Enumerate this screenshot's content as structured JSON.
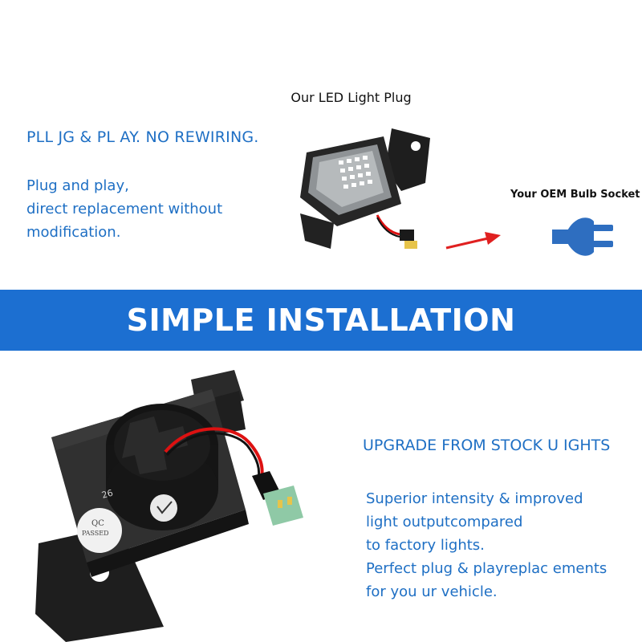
{
  "top_section": {
    "product_label": "Our LED Light Plug",
    "heading": "PLL JG & PL AY. NO REWIRING.",
    "description_lines": [
      "Plug and play,",
      "direct replacement without",
      "modification."
    ],
    "socket_label": "Your OEM Bulb Socket"
  },
  "banner": {
    "title": "SIMPLE INSTALLATION",
    "color": "#1c6fd1"
  },
  "bottom_section": {
    "heading": "UPGRADE FROM STOCK U IGHTS",
    "description_lines": [
      "Superior intensity & improved",
      "light outputcompared",
      "to factory lights.",
      "Perfect plug & playreplac ements",
      "for you ur vehicle."
    ],
    "part_marking": "26",
    "qc_sticker": {
      "line1": "QC",
      "line2": "PASSED"
    }
  },
  "colors": {
    "accent_blue": "#1e6fc4",
    "arrow_red": "#e02020",
    "housing_black": "#1b1b1b"
  }
}
